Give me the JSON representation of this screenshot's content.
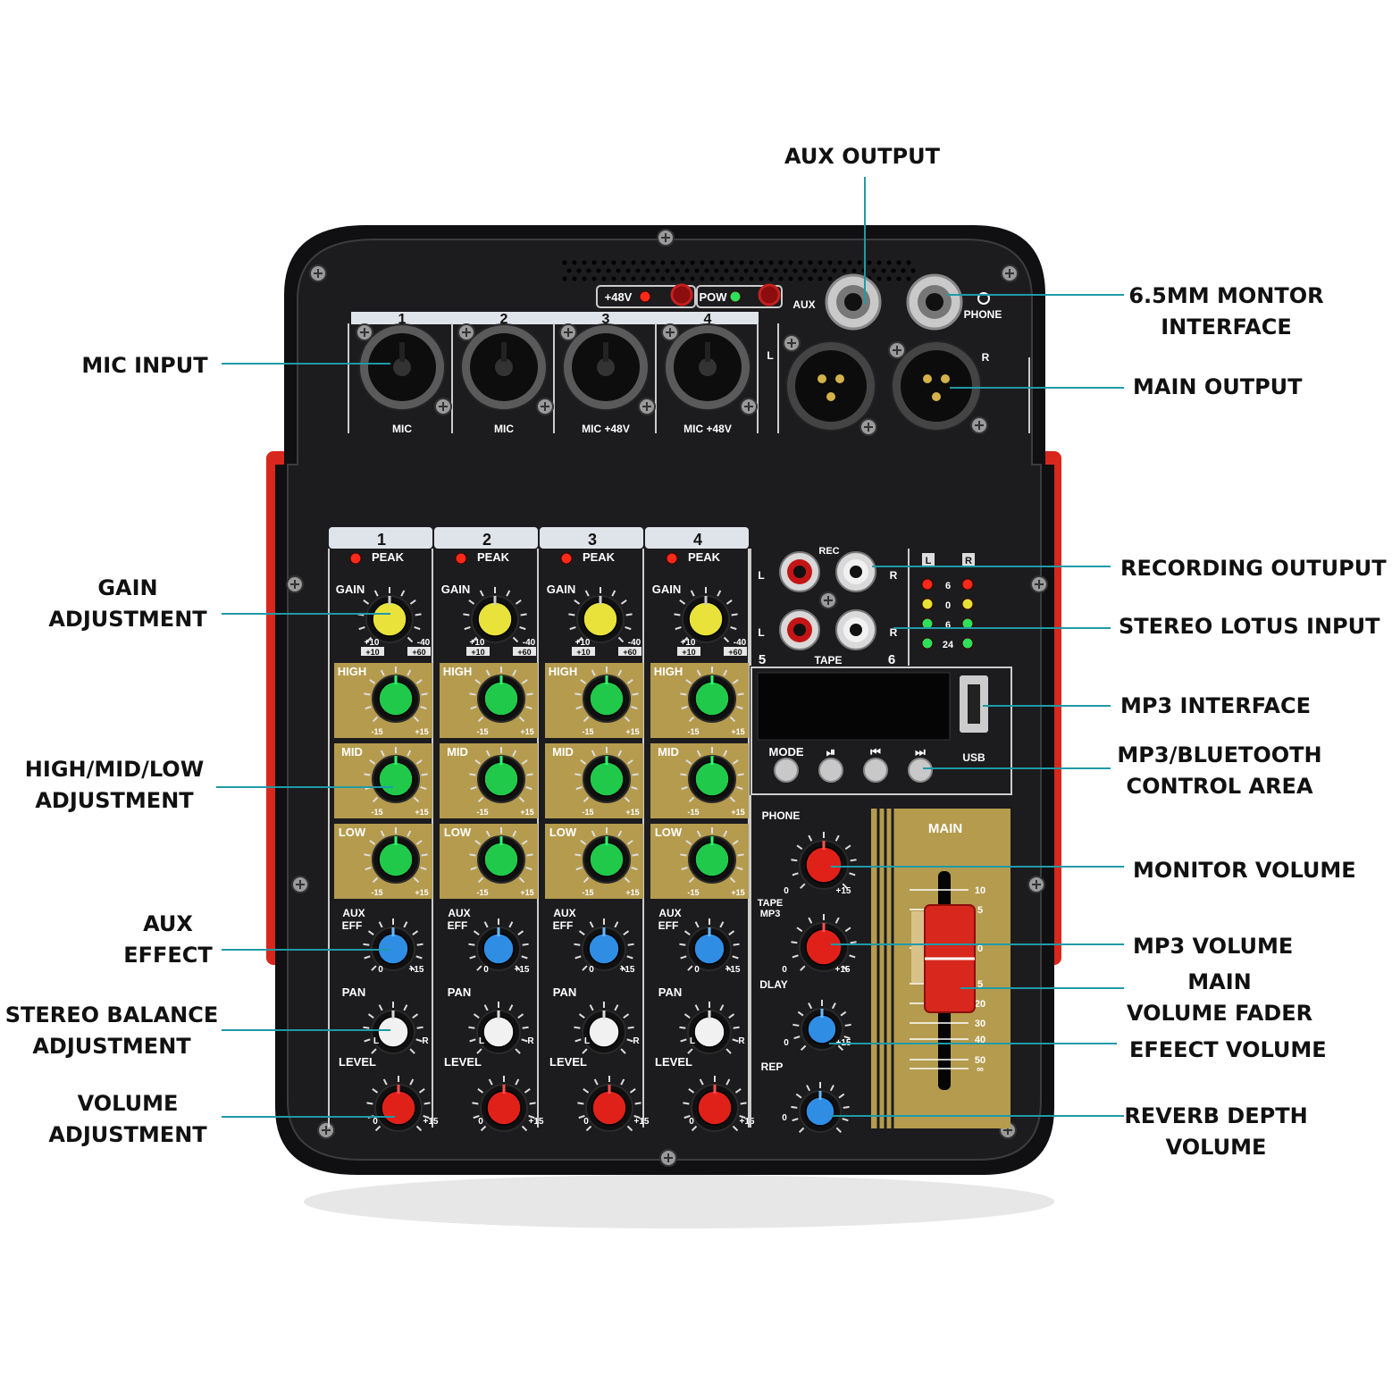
{
  "colors": {
    "leader_line": "#1f9aa8",
    "panel": "#1c1c1e",
    "bezel": "#101012",
    "side_handle": "#d8271c",
    "eq_plate": "#b59b4e",
    "label_bg": "#dfe4ea",
    "knob_yellow": "#e8e23a",
    "knob_green": "#21c94a",
    "knob_blue": "#2f8de4",
    "knob_white": "#f1f1f1",
    "knob_red": "#e0211a",
    "led_red": "#ff2a1a",
    "led_green": "#2ee05a",
    "led_yellow": "#e6e234"
  },
  "callouts": {
    "aux_output": "AUX OUTPUT",
    "monitor_interface": "6.5MM MONTOR\nINTERFACE",
    "main_output": "MAIN OUTPUT",
    "mic_input": "MIC INPUT",
    "gain_adjustment": "GAIN\nADJUSTMENT",
    "recording_output": "RECORDING OUTUPUT",
    "stereo_lotus_input": "STEREO LOTUS INPUT",
    "mp3_interface": "MP3 INTERFACE",
    "hml_adjustment": "HIGH/MID/LOW\nADJUSTMENT",
    "mp3_bt_control": "MP3/BLUETOOTH\nCONTROL AREA",
    "monitor_volume": "MONITOR VOLUME",
    "aux_effect": "AUX\nEFFECT",
    "mp3_volume": "MP3 VOLUME",
    "main_fader": "MAIN\nVOLUME FADER",
    "stereo_balance": "STEREO BALANCE\nADJUSTMENT",
    "effect_volume": "EFEECT VOLUME",
    "volume_adjustment": "VOLUME\nADJUSTMENT",
    "reverb_depth": "REVERB DEPTH\nVOLUME"
  },
  "device": {
    "top": {
      "phantom_label": "+48V",
      "pow_label": "POW",
      "aux_jack_label": "AUX",
      "phone_jack_label": "PHONE",
      "main_left": "L",
      "main_right": "R",
      "inputs": [
        {
          "number": "1",
          "label": "MIC"
        },
        {
          "number": "2",
          "label": "MIC"
        },
        {
          "number": "3",
          "label": "MIC +48V"
        },
        {
          "number": "4",
          "label": "MIC +48V"
        }
      ]
    },
    "strip_labels": {
      "peak": "PEAK",
      "gain": "GAIN",
      "high": "HIGH",
      "mid": "MID",
      "low": "LOW",
      "aux": "AUX",
      "eff": "EFF",
      "pan": "PAN",
      "level": "LEVEL",
      "gain_plus10": "+10",
      "gain_minus40": "-40",
      "gain_box_left": "+10",
      "gain_box_right": "+60",
      "eq_min": "-15",
      "eq_max": "+15",
      "zero": "0",
      "plus15": "+15",
      "left": "L",
      "right": "R"
    },
    "channels": [
      "1",
      "2",
      "3",
      "4"
    ],
    "rca": {
      "rec": "REC",
      "tape": "TAPE",
      "left": "L",
      "right": "R",
      "ch5": "5",
      "ch6": "6"
    },
    "meter": {
      "left_header": "L",
      "right_header": "R",
      "scale": [
        "6",
        "0",
        "6",
        "24"
      ]
    },
    "mp3": {
      "buttons": [
        "MODE",
        "⏯",
        "⏮",
        "⏭"
      ],
      "usb_label": "USB"
    },
    "master": {
      "phone": "PHONE",
      "tape_mp3": "TAPE\nMP3",
      "dlay": "DLAY",
      "rep": "REP",
      "main": "MAIN",
      "zero": "0",
      "plus15": "+15"
    },
    "fader_scale": [
      "10",
      "5",
      "0",
      "5",
      "20",
      "30",
      "40",
      "50",
      "∞"
    ]
  }
}
